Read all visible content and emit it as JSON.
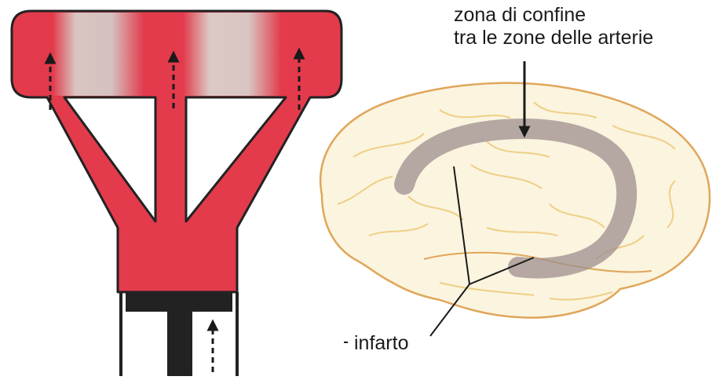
{
  "labels": {
    "border_zone_line1": "zona di confine",
    "border_zone_line2": "tra le zone delle arterie",
    "infarct": "infarto"
  },
  "colors": {
    "vessel_red": "#e33b4c",
    "pale_band": "#d9c8c3",
    "piston": "#222222",
    "brain_fill": "#fbf4df",
    "brain_outline": "#e0a65a",
    "gyri": "#efcf86",
    "ischemic_band": "#9e8f8d",
    "arrow": "#1a1a1a"
  },
  "diagram": {
    "left_panel": "pump-pipe model with three outflow arrows",
    "right_panel": "lateral brain view with shaded border zone"
  }
}
